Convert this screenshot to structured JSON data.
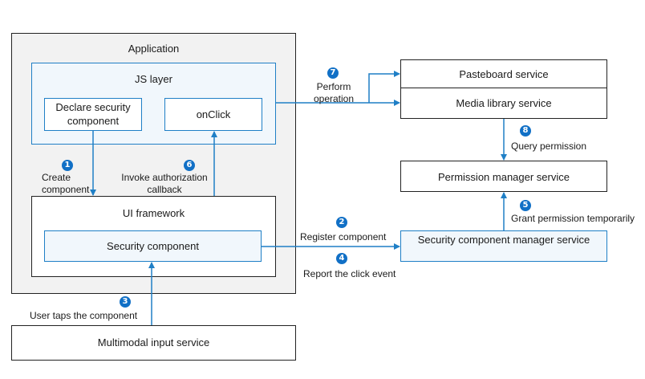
{
  "application": {
    "title": "Application"
  },
  "js_layer": {
    "title": "JS layer",
    "declare": "Declare security component",
    "onclick": "onClick"
  },
  "ui_framework": {
    "title": "UI framework",
    "security_component": "Security component"
  },
  "multimodal": {
    "title": "Multimodal input service"
  },
  "pasteboard": {
    "title": "Pasteboard service"
  },
  "media_library": {
    "title": "Media library service"
  },
  "permission_manager": {
    "title": "Permission manager service"
  },
  "scm": {
    "title": "Security component manager service"
  },
  "steps": {
    "s1": {
      "num": "1",
      "text": "Create component"
    },
    "s2": {
      "num": "2",
      "text": "Register component"
    },
    "s3": {
      "num": "3",
      "text": "User taps the component"
    },
    "s4": {
      "num": "4",
      "text": "Report the click event"
    },
    "s5": {
      "num": "5",
      "text": "Grant permission temporarily"
    },
    "s6": {
      "num": "6",
      "text": "Invoke authorization callback"
    },
    "s7": {
      "num": "7",
      "text": "Perform operation"
    },
    "s8": {
      "num": "8",
      "text": "Query permission"
    }
  },
  "colors": {
    "accent": "#1170c6",
    "line": "#1f7fc6"
  }
}
